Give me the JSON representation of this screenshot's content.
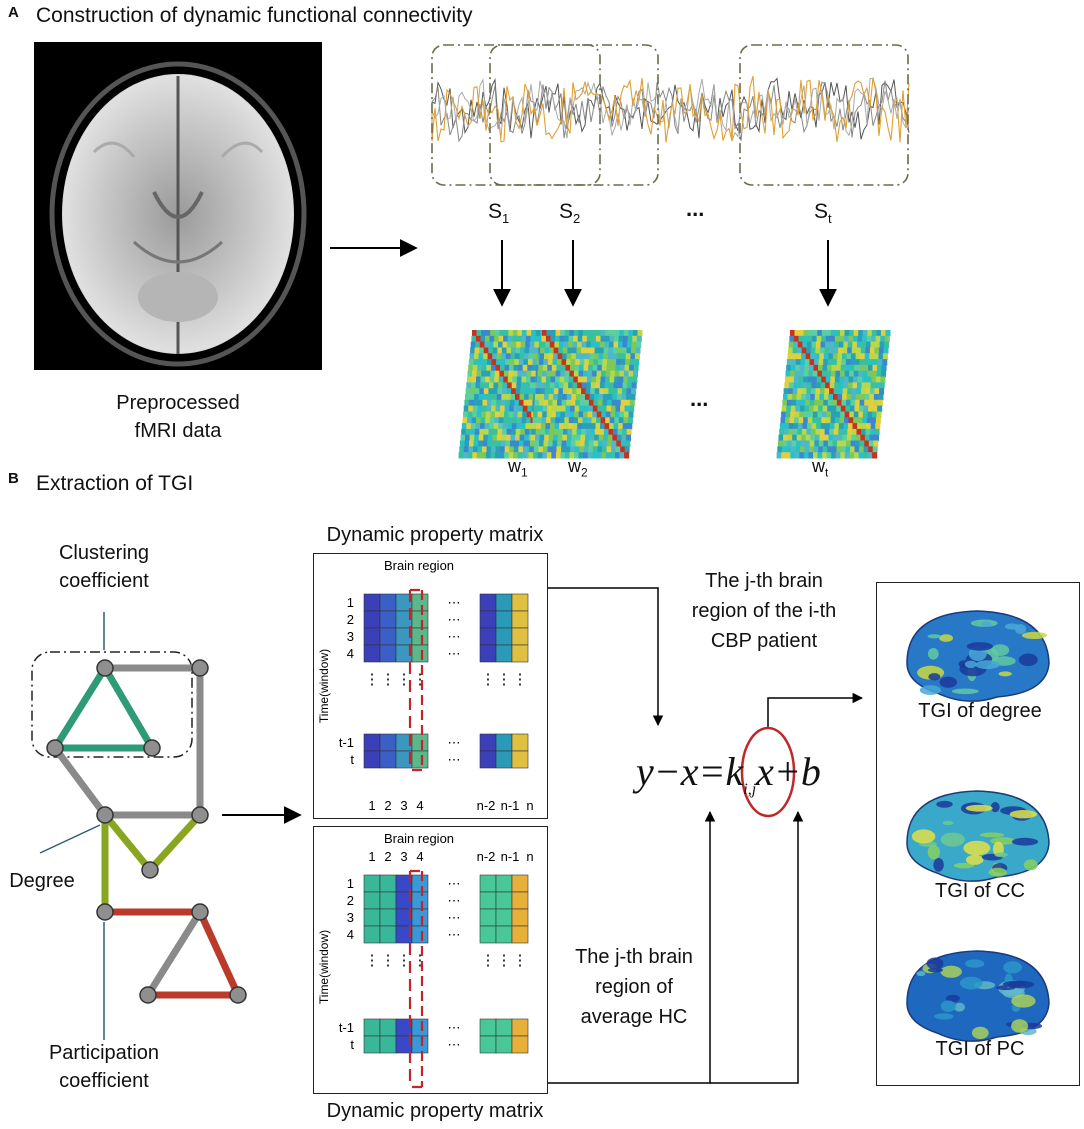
{
  "panel_a": {
    "letter": "A",
    "title": "Construction of dynamic functional connectivity",
    "brain_label_line1": "Preprocessed",
    "brain_label_line2": "fMRI data",
    "segments": [
      {
        "base": "S",
        "sub": "1"
      },
      {
        "base": "S",
        "sub": "2"
      },
      {
        "base": "S",
        "sub": "t"
      }
    ],
    "windows": [
      {
        "base": "w",
        "sub": "1"
      },
      {
        "base": "w",
        "sub": "2"
      },
      {
        "base": "w",
        "sub": "t"
      }
    ],
    "ellipsis": "..."
  },
  "panel_b": {
    "letter": "B",
    "title": "Extraction of TGI",
    "graph_labels": {
      "clustering_line1": "Clustering",
      "clustering_line2": "coefficient",
      "degree": "Degree",
      "participation_line1": "Participation",
      "participation_line2": "coefficient"
    },
    "matrix_top": {
      "title": "Dynamic property matrix",
      "header": "Brain region",
      "axis_label": "Time(window)",
      "rows": [
        "1",
        "2",
        "3",
        "4",
        "t-1",
        "t"
      ],
      "cols": [
        "1",
        "2",
        "3",
        "4",
        "n-2",
        "n-1",
        "n"
      ]
    },
    "matrix_bottom": {
      "title": "Dynamic property matrix",
      "header": "Brain region",
      "axis_label": "Time(window)",
      "rows": [
        "1",
        "2",
        "3",
        "4",
        "t-1",
        "t"
      ],
      "cols": [
        "1",
        "2",
        "3",
        "4",
        "n-2",
        "n-1",
        "n"
      ]
    },
    "ellipsis_h": "⋯",
    "ellipsis_v": "⋮",
    "annotation_top": [
      "The j-th brain",
      "region of the i-th",
      "CBP patient"
    ],
    "annotation_bottom": [
      "The j-th brain",
      "region of",
      "average HC"
    ],
    "equation": {
      "lhs": "y−x=",
      "k": "k",
      "sub": "i,j",
      "rhs": "x+b"
    },
    "tgi": [
      "TGI of degree",
      "TGI of CC",
      "TGI of PC"
    ]
  },
  "colors": {
    "clustering_edge": "#2e9a78",
    "degree_edge": "#8aa620",
    "participation_edge": "#bb3b2a",
    "neutral_edge": "#8a8a8a",
    "dashed_highlight": "#c0262a",
    "signal_orange": "#e0a030"
  }
}
